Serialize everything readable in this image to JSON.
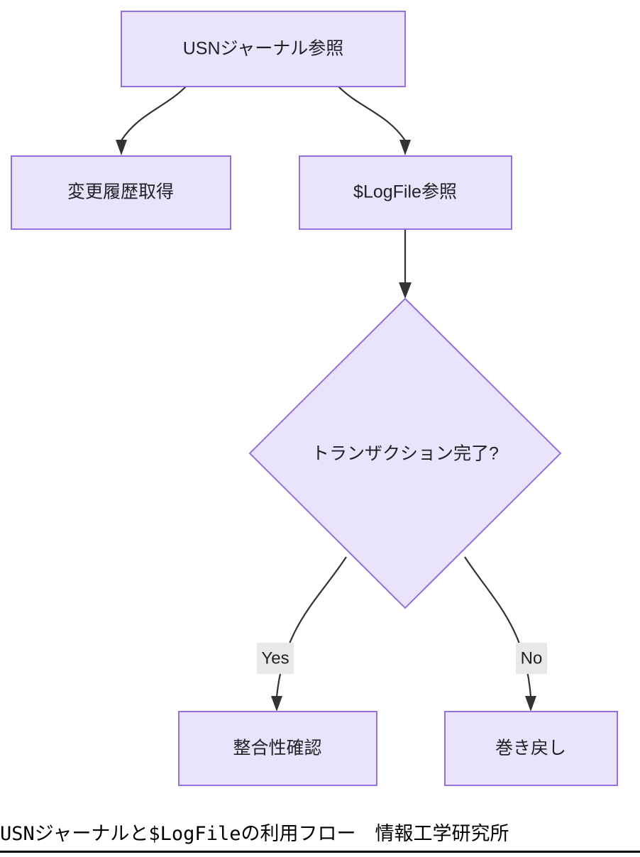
{
  "diagram": {
    "type": "flowchart",
    "direction": "top-down",
    "theme": {
      "node_fill": "#e9e4fb",
      "node_border": "#9370db",
      "edge_color": "#333333",
      "text_color": "#1f2024",
      "edge_label_bg": "#e8e8e8",
      "background": "#ffffff"
    },
    "nodes": [
      {
        "id": "usn",
        "label": "USNジャーナル参照",
        "shape": "rect"
      },
      {
        "id": "history",
        "label": "変更履歴取得",
        "shape": "rect"
      },
      {
        "id": "logfile",
        "label": "$LogFile参照",
        "shape": "rect"
      },
      {
        "id": "decision",
        "label": "トランザクション完了?",
        "shape": "diamond"
      },
      {
        "id": "verify",
        "label": "整合性確認",
        "shape": "rect"
      },
      {
        "id": "rollback",
        "label": "巻き戻し",
        "shape": "rect"
      }
    ],
    "edges": [
      {
        "from": "usn",
        "to": "history",
        "label": ""
      },
      {
        "from": "usn",
        "to": "logfile",
        "label": ""
      },
      {
        "from": "logfile",
        "to": "decision",
        "label": ""
      },
      {
        "from": "decision",
        "to": "verify",
        "label": "Yes"
      },
      {
        "from": "decision",
        "to": "rollback",
        "label": "No"
      }
    ]
  },
  "caption": {
    "text": "USNジャーナルと$LogFileの利用フロー　情報工学研究所"
  }
}
